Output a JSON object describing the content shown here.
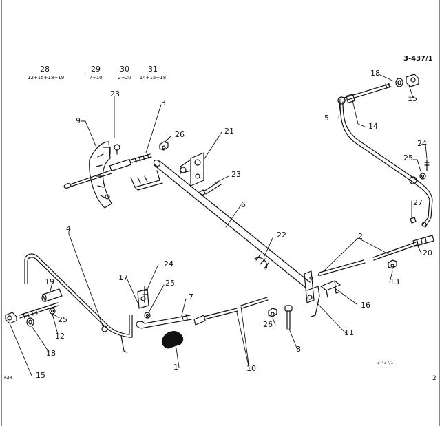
{
  "header": {
    "drawing_ref": "3-437/1"
  },
  "kits": [
    {
      "number": "28",
      "composition": "12+15+18+19"
    },
    {
      "number": "29",
      "composition": "7+10"
    },
    {
      "number": "30",
      "composition": "2+20"
    },
    {
      "number": "31",
      "composition": "14+15+18"
    }
  ],
  "callouts": {
    "c1": "1",
    "c2": "2",
    "c3": "3",
    "c4": "4",
    "c5": "5",
    "c6": "6",
    "c7": "7",
    "c8": "8",
    "c9": "9",
    "c10": "10",
    "c11": "11",
    "c12": "12",
    "c13": "13",
    "c14": "14",
    "c15a": "15",
    "c15b": "15",
    "c16": "16",
    "c17": "17",
    "c18a": "18",
    "c18b": "18",
    "c19": "19",
    "c20": "20",
    "c21": "21",
    "c22": "22",
    "c23a": "23",
    "c23b": "23",
    "c24a": "24",
    "c24b": "24",
    "c25a": "25",
    "c25b": "25",
    "c25c": "25",
    "c26a": "26",
    "c26b": "26",
    "c27": "27"
  },
  "footer": {
    "left_code": "648",
    "center_ref": "3-437/1",
    "page_number": "2"
  },
  "colors": {
    "ink": "#111111",
    "paper": "#ffffff"
  }
}
